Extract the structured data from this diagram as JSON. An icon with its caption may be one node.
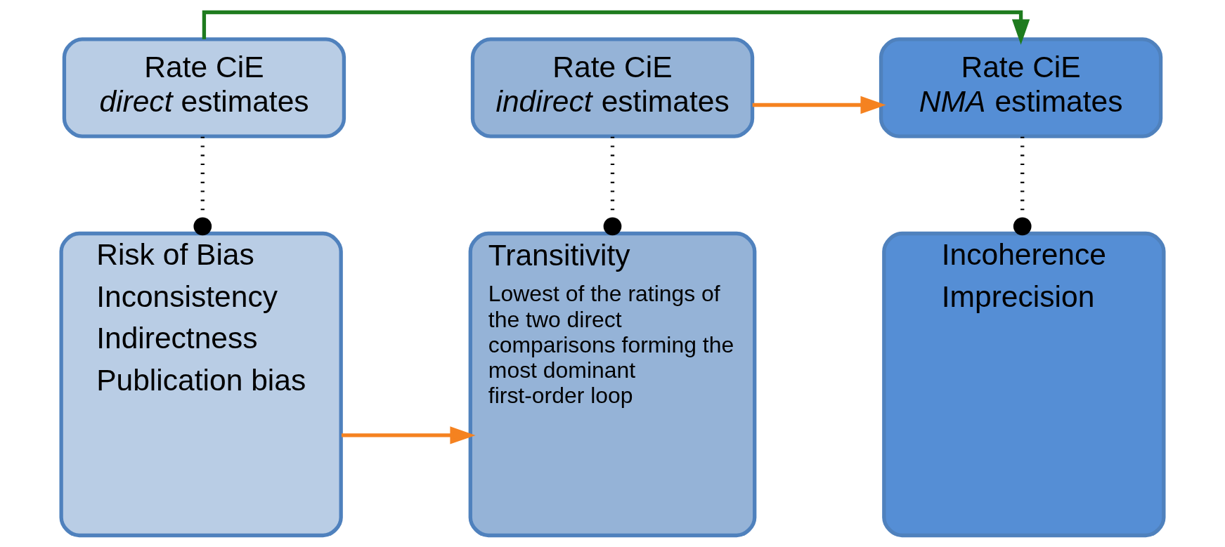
{
  "diagram": {
    "nodes": [
      {
        "text": [
          "Rate CiE *direct* estimates"
        ]
      },
      {
        "text": [
          "Rate CiE *indirect* estimates"
        ]
      },
      {
        "text": [
          "Rate CiE *NMA* estimates"
        ]
      },
      {
        "text": [
          "Risk of Bias",
          "Inconsistency",
          "Indirectness",
          "Publication bias"
        ]
      },
      {
        "text": [
          "Transitivity",
          "Lowest of the ratings of the two direct comparisons forming the most dominant first-order loop"
        ]
      },
      {
        "text": [
          "Incoherence",
          "Imprecision"
        ]
      }
    ],
    "edges": [
      {
        "from": 0,
        "to": 2,
        "arrow": "to",
        "color": "#1e7b1e"
      },
      {
        "from": 1,
        "to": 2,
        "arrow": "to",
        "color": "#f58220"
      },
      {
        "from": 0,
        "to": 3,
        "arrow": "other",
        "style": "dashed"
      },
      {
        "from": 1,
        "to": 4,
        "arrow": "other",
        "style": "dashed"
      },
      {
        "from": 2,
        "to": 5,
        "arrow": "other",
        "style": "dashed"
      },
      {
        "from": 3,
        "to": 4,
        "arrow": "to",
        "color": "#f58220"
      }
    ]
  }
}
